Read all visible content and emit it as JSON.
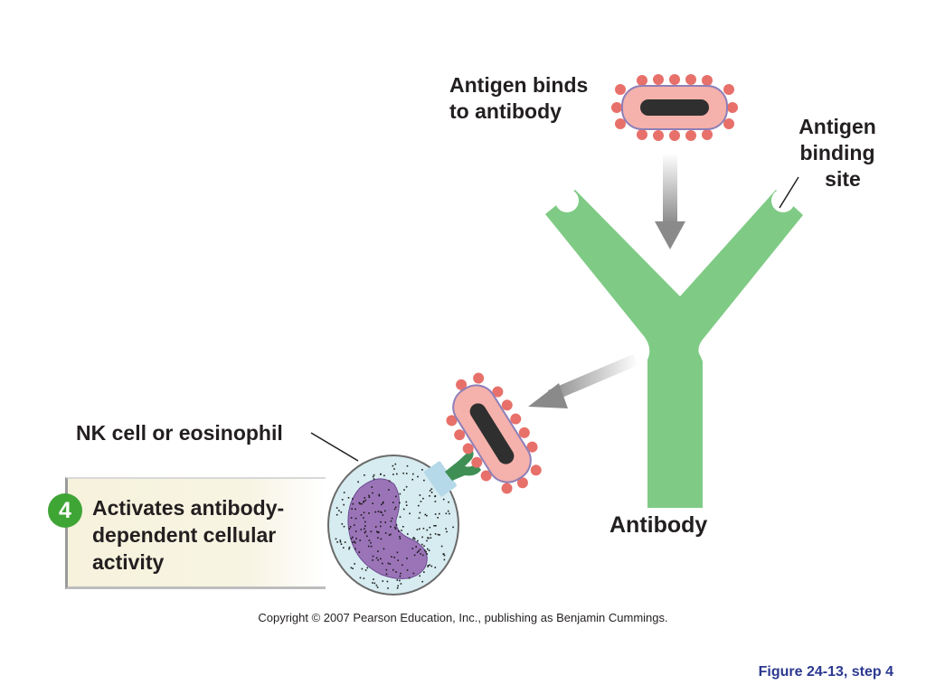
{
  "labels": {
    "antigen_binds_line1": "Antigen binds",
    "antigen_binds_line2": "to antibody",
    "binding_site_line1": "Antigen",
    "binding_site_line2": "binding",
    "binding_site_line3": "site",
    "nk_cell": "NK cell or eosinophil",
    "antibody": "Antibody"
  },
  "step": {
    "number": "4",
    "line1": "Activates antibody-",
    "line2": "dependent cellular",
    "line3": "activity"
  },
  "footer": {
    "copyright": "Copyright © 2007 Pearson Education, Inc., publishing as Benjamin Cummings.",
    "figure": "Figure 24-13, step 4"
  },
  "colors": {
    "antibody": "#7fcb85",
    "antigen_body": "#f5b1ab",
    "antigen_spike": "#e8706a",
    "nucleus": "#9b74b8",
    "cell": "#d7ecf0",
    "step_badge": "#3fa535",
    "figure_label": "#2b3990"
  }
}
